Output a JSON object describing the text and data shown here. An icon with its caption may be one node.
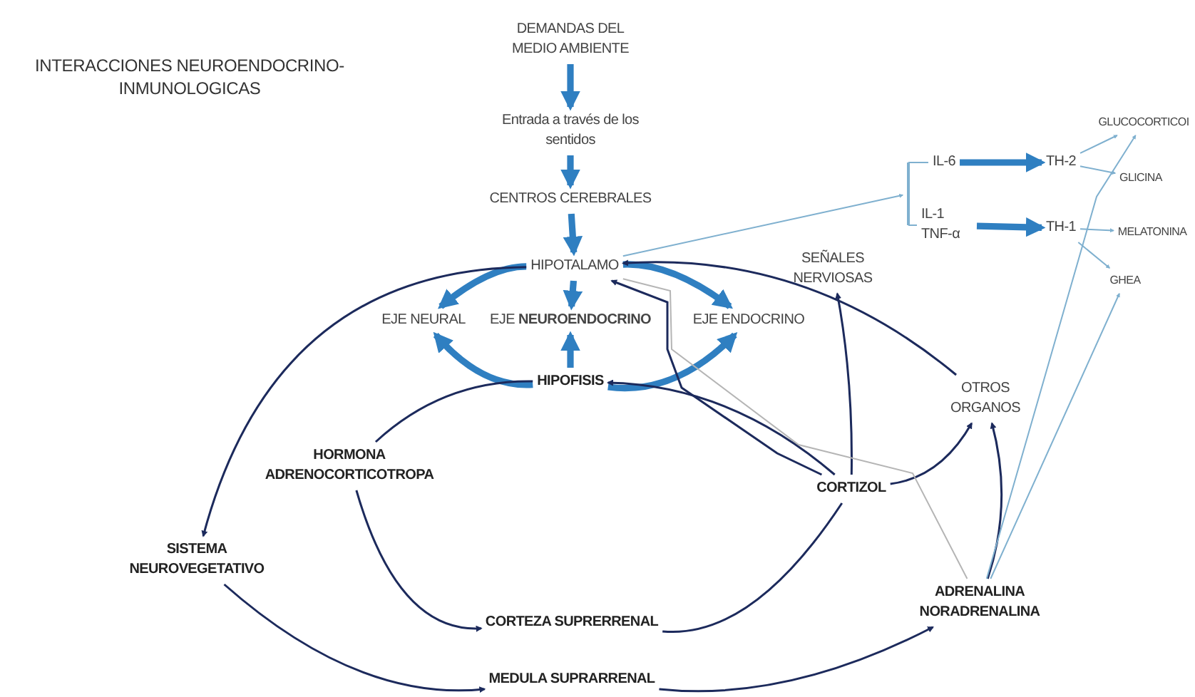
{
  "diagram": {
    "title": "INTERACCIONES NEUROENDOCRINO-INMUNOLOGICAS",
    "nodes": [
      {
        "text": [
          "DEMANDAS DEL MEDIO AMBIENTE"
        ]
      },
      {
        "text": [
          "Entrada a través de los sentidos"
        ]
      },
      {
        "text": [
          "CENTROS CEREBRALES"
        ]
      },
      {
        "text": [
          "HIPOTALAMO"
        ]
      },
      {
        "text": [
          "EJE NEURAL"
        ]
      },
      {
        "text": [
          "EJE **NEUROENDOCRINO**"
        ]
      },
      {
        "text": [
          "EJE ENDOCRINO"
        ]
      },
      {
        "text": [
          "HIPOFISIS"
        ]
      },
      {
        "text": [
          "SEÑALES NERVIOSAS"
        ]
      },
      {
        "text": [
          "OTROS ORGANOS"
        ]
      },
      {
        "text": [
          "HORMONA ADRENOCORTICOTROPA"
        ]
      },
      {
        "text": [
          "CORTIZOL"
        ]
      },
      {
        "text": [
          "SISTEMA NEUROVEGETATIVO"
        ]
      },
      {
        "text": [
          "CORTEZA SUPRERRENAL"
        ]
      },
      {
        "text": [
          "MEDULA SUPRARRENAL"
        ]
      },
      {
        "text": [
          "ADRENALINA NORADRENALINA"
        ]
      },
      {
        "text": [
          "IL-6"
        ]
      },
      {
        "text": [
          "IL-1 TNF-α"
        ]
      },
      {
        "text": [
          "TH-2"
        ]
      },
      {
        "text": [
          "TH-1"
        ]
      },
      {
        "text": [
          "GLUCOCORTICOI"
        ]
      },
      {
        "text": [
          "GLICINA"
        ]
      },
      {
        "text": [
          "MELATONINA"
        ]
      },
      {
        "text": [
          "GHEA"
        ]
      },
      {
        "text": [],
        "shape": "bar"
      }
    ],
    "edges": [
      {
        "from": 0,
        "to": 1,
        "arrow": "to",
        "style": "thick",
        "color": "#2f7fc1"
      },
      {
        "from": 1,
        "to": 2,
        "arrow": "to",
        "style": "thick",
        "color": "#2f7fc1"
      },
      {
        "from": 2,
        "to": 3,
        "arrow": "to",
        "style": "thick",
        "color": "#2f7fc1"
      },
      {
        "from": 3,
        "to": 4,
        "arrow": "to",
        "style": "thick",
        "color": "#2f7fc1"
      },
      {
        "from": 3,
        "to": 5,
        "arrow": "to",
        "style": "thick",
        "color": "#2f7fc1"
      },
      {
        "from": 3,
        "to": 6,
        "arrow": "to",
        "style": "thick",
        "color": "#2f7fc1"
      },
      {
        "from": 7,
        "to": 4,
        "arrow": "to",
        "style": "thick",
        "color": "#2f7fc1"
      },
      {
        "from": 7,
        "to": 5,
        "arrow": "to",
        "style": "thick",
        "color": "#2f7fc1"
      },
      {
        "from": 7,
        "to": 6,
        "arrow": "to",
        "style": "thick",
        "color": "#2f7fc1"
      },
      {
        "from": 3,
        "to": 24,
        "arrow": "to",
        "color": "#7fb0cf"
      },
      {
        "from": 24,
        "to": 16,
        "arrow": "none",
        "color": "#7fb0cf"
      },
      {
        "from": 24,
        "to": 17,
        "arrow": "none",
        "color": "#7fb0cf"
      },
      {
        "from": 16,
        "to": 18,
        "arrow": "to",
        "style": "thick",
        "color": "#2f7fc1"
      },
      {
        "from": 17,
        "to": 19,
        "arrow": "to",
        "style": "thick",
        "color": "#2f7fc1"
      },
      {
        "from": 18,
        "to": 20,
        "arrow": "to",
        "color": "#7fb0cf"
      },
      {
        "from": 18,
        "to": 21,
        "arrow": "to",
        "color": "#7fb0cf"
      },
      {
        "from": 19,
        "to": 22,
        "arrow": "to",
        "color": "#7fb0cf"
      },
      {
        "from": 19,
        "to": 23,
        "arrow": "to",
        "color": "#7fb0cf"
      },
      {
        "from": 3,
        "to": 12,
        "arrow": "to"
      },
      {
        "from": 12,
        "to": 14,
        "arrow": "to"
      },
      {
        "from": 14,
        "to": 15,
        "arrow": "to"
      },
      {
        "from": 7,
        "to": 10,
        "arrow": "none"
      },
      {
        "from": 10,
        "to": 13,
        "arrow": "to"
      },
      {
        "from": 13,
        "to": 11,
        "arrow": "none"
      },
      {
        "from": 11,
        "to": 7,
        "arrow": "to"
      },
      {
        "from": 11,
        "to": 3,
        "arrow": "to"
      },
      {
        "from": 9,
        "to": 3,
        "arrow": "to"
      },
      {
        "from": 11,
        "to": 8,
        "arrow": "to"
      },
      {
        "from": 11,
        "to": 9,
        "arrow": "to"
      },
      {
        "from": 15,
        "to": 9,
        "arrow": "to"
      },
      {
        "from": 15,
        "to": 20,
        "arrow": "to",
        "color": "#7fb0cf"
      },
      {
        "from": 15,
        "to": 23,
        "arrow": "to",
        "color": "#7fb0cf"
      },
      {
        "from": 3,
        "to": 15,
        "arrow": "none",
        "color": "#b5b5b5"
      }
    ]
  }
}
